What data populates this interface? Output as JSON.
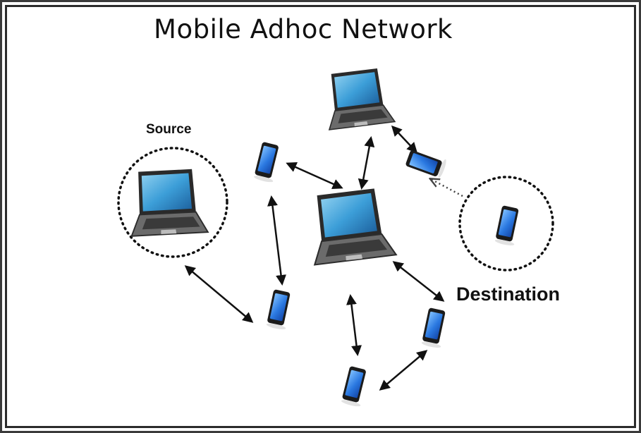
{
  "title": "Mobile Adhoc Network",
  "labels": {
    "source": "Source",
    "destination": "Destination"
  },
  "colors": {
    "screen_blue": "#1f6fd8",
    "screen_light": "#6fb0ff",
    "laptop_gray": "#5a5a5a",
    "node_outline": "#1a1a1a"
  },
  "nodes": [
    {
      "id": "laptop-source",
      "kind": "laptop",
      "role": "source"
    },
    {
      "id": "laptop-top",
      "kind": "laptop"
    },
    {
      "id": "laptop-center",
      "kind": "laptop"
    },
    {
      "id": "phone-upper-left",
      "kind": "phone"
    },
    {
      "id": "phone-upper-right",
      "kind": "phone"
    },
    {
      "id": "phone-destination",
      "kind": "phone",
      "role": "destination"
    },
    {
      "id": "phone-lower-left",
      "kind": "phone"
    },
    {
      "id": "phone-lower-right",
      "kind": "phone"
    },
    {
      "id": "phone-bottom",
      "kind": "phone"
    }
  ],
  "links": [
    {
      "from": "laptop-source",
      "to": "phone-lower-left",
      "style": "solid"
    },
    {
      "from": "phone-upper-left",
      "to": "phone-lower-left",
      "style": "solid"
    },
    {
      "from": "phone-upper-left",
      "to": "laptop-center",
      "style": "solid"
    },
    {
      "from": "laptop-top",
      "to": "laptop-center",
      "style": "solid"
    },
    {
      "from": "laptop-top",
      "to": "phone-upper-right",
      "style": "solid"
    },
    {
      "from": "phone-destination",
      "to": "phone-upper-right",
      "style": "dotted"
    },
    {
      "from": "laptop-center",
      "to": "phone-lower-right",
      "style": "solid"
    },
    {
      "from": "laptop-center",
      "to": "phone-bottom",
      "style": "solid"
    },
    {
      "from": "phone-lower-right",
      "to": "phone-bottom",
      "style": "solid"
    }
  ]
}
